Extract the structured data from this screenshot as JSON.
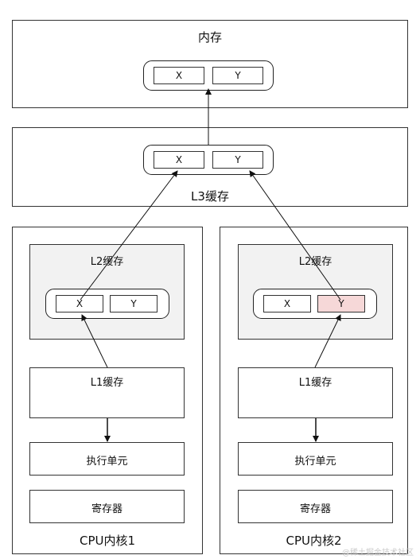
{
  "memory": {
    "title": "内存",
    "x": "X",
    "y": "Y"
  },
  "l3": {
    "title": "L3缓存",
    "x": "X",
    "y": "Y"
  },
  "core1": {
    "title": "CPU内核1",
    "l2": {
      "title": "L2缓存",
      "x": "X",
      "y": "Y"
    },
    "l1": "L1缓存",
    "exec": "执行单元",
    "reg": "寄存器"
  },
  "core2": {
    "title": "CPU内核2",
    "l2": {
      "title": "L2缓存",
      "x": "X",
      "y": "Y"
    },
    "l1": "L1缓存",
    "exec": "执行单元",
    "reg": "寄存器"
  },
  "watermark": "@稀土掘金技术社区",
  "colors": {
    "highlight": "#f6d8d8",
    "line": "#111111"
  }
}
